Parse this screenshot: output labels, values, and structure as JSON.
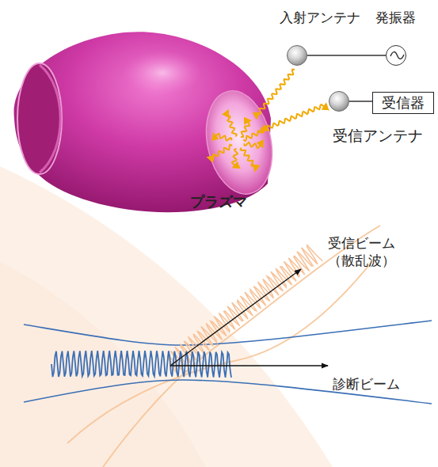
{
  "diagram": {
    "nodes": [
      {
        "text": [
          "入射アンテナ"
        ]
      },
      {
        "text": [
          "発振器"
        ]
      },
      {
        "text": [
          "受信アンテナ"
        ]
      },
      {
        "text": [
          "受信器"
        ]
      }
    ],
    "edges": [
      {
        "from": 0,
        "to": 1,
        "arrow": "none"
      },
      {
        "from": 2,
        "to": 3,
        "arrow": "none"
      }
    ],
    "labels": [
      "プラズマ",
      "受信ビーム （散乱波）",
      "診断ビーム"
    ]
  }
}
